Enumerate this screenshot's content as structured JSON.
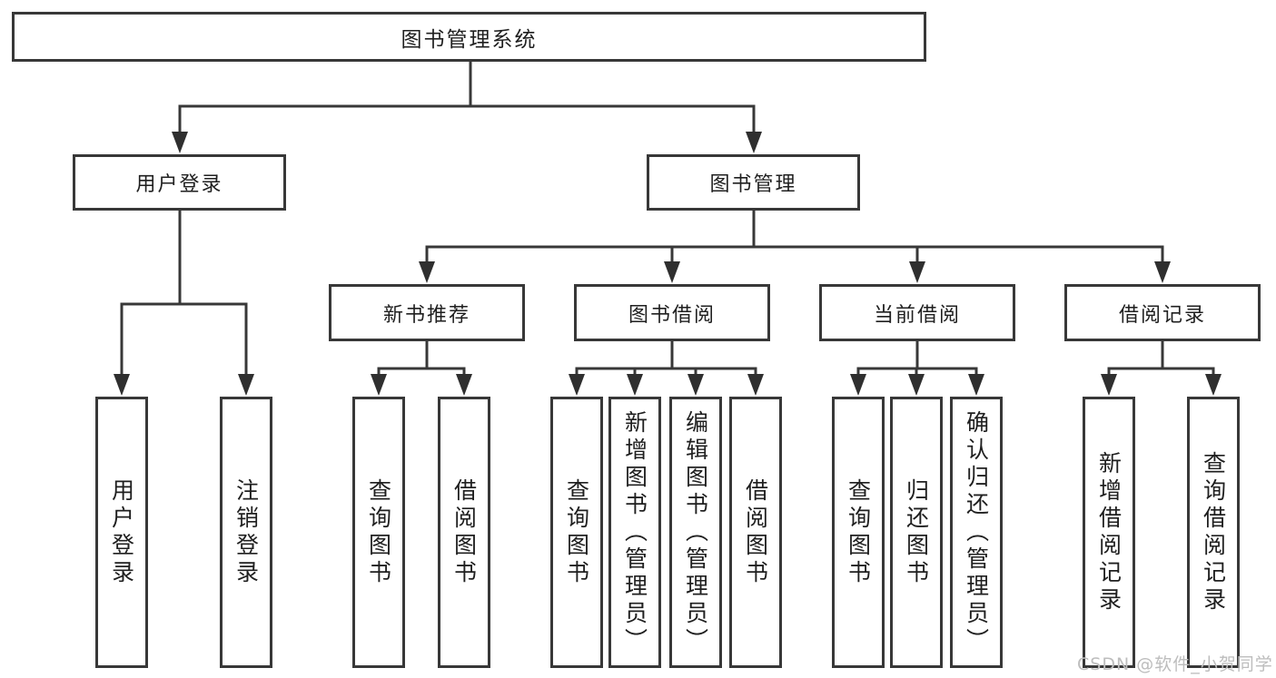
{
  "root": {
    "label": "图书管理系统"
  },
  "branches": {
    "user_login": {
      "label": "用户登录"
    },
    "book_management": {
      "label": "图书管理"
    }
  },
  "modules": {
    "new_book": {
      "label": "新书推荐"
    },
    "borrow": {
      "label": "图书借阅"
    },
    "current": {
      "label": "当前借阅"
    },
    "records": {
      "label": "借阅记录"
    }
  },
  "functions": {
    "user_login": {
      "label": "用户登录"
    },
    "logout": {
      "label": "注销登录"
    },
    "new_book_query": {
      "label": "查询图书"
    },
    "new_book_borrow": {
      "label": "借阅图书"
    },
    "borrow_query": {
      "label": "查询图书"
    },
    "borrow_add_admin": {
      "label": "新增图书（管理员）"
    },
    "borrow_edit_admin": {
      "label": "编辑图书（管理员）"
    },
    "borrow_borrow": {
      "label": "借阅图书"
    },
    "current_query": {
      "label": "查询图书"
    },
    "current_return": {
      "label": "归还图书"
    },
    "current_confirm_admin": {
      "label": "确认归还（管理员）"
    },
    "records_add": {
      "label": "新增借阅记录"
    },
    "records_query": {
      "label": "查询借阅记录"
    }
  },
  "watermark": {
    "label": "CSDN @软件_小贺同学"
  },
  "colors": {
    "line": "#383838",
    "arrow": "#2f2f2f",
    "box_border": "#383838",
    "text": "#1f1f1f",
    "watermark": "#bdbdbd",
    "background": "#ffffff"
  }
}
